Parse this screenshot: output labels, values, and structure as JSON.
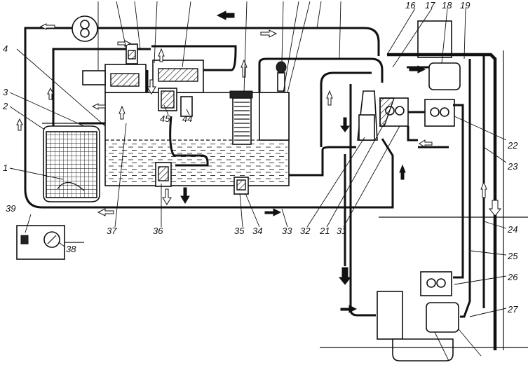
{
  "labels": {
    "l1": "1",
    "l2": "2",
    "l3": "3",
    "l4": "4",
    "l16": "16",
    "l17": "17",
    "l18": "18",
    "l19": "19",
    "l21": "21",
    "l22": "22",
    "l23": "23",
    "l24": "24",
    "l25": "25",
    "l26": "26",
    "l27": "27",
    "l31": "31",
    "l32": "32",
    "l33": "33",
    "l34": "34",
    "l35": "35",
    "l36": "36",
    "l37": "37",
    "l38": "38",
    "l39": "39",
    "l44": "44",
    "l45": "45"
  },
  "colors": {
    "ink": "#111111",
    "paper": "#ffffff"
  }
}
